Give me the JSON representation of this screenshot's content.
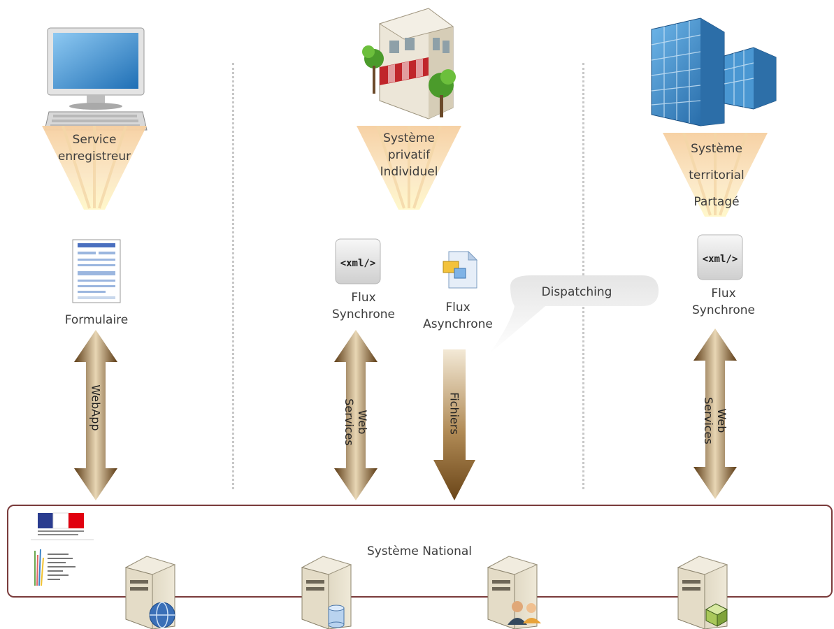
{
  "columns": [
    {
      "source_label": "Service\nenregistreur",
      "doc_label": "Formulaire",
      "arrow_label": "WebApp"
    },
    {
      "source_label": "Système\nprivatif\nIndividuel",
      "doc_label": "Flux\nSynchrone",
      "arrow_label": "Web\nServices",
      "doc2_label": "Flux\nAsynchrone",
      "arrow2_label": "Fichiers"
    },
    {
      "source_label": "Système\nterritorial\nPartagé",
      "doc_label": "Flux\nSynchrone",
      "arrow_label": "Web\nServices"
    }
  ],
  "xml_icon_text": "<xml/>",
  "callout": "Dispatching",
  "national_label": "Système National",
  "colors": {
    "arrow_dark": "#6e4a1f",
    "arrow_light": "#e9d8b8",
    "border": "#7a3b3b",
    "divider": "#c8c8c8"
  }
}
